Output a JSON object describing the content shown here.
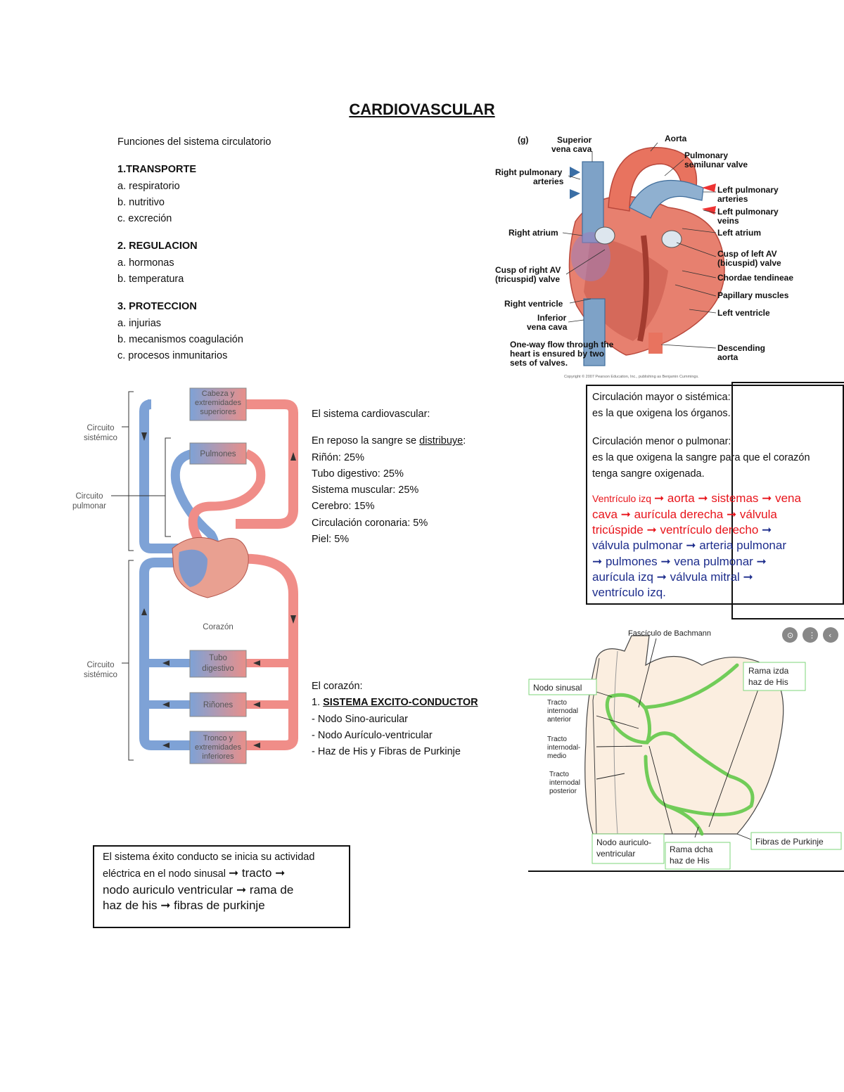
{
  "title": "CARDIOVASCULAR",
  "functions": {
    "heading": "Funciones del sistema circulatorio",
    "sections": [
      {
        "title": "1.TRANSPORTE",
        "items": [
          "a. respiratorio",
          "b. nutritivo",
          "c. excreción"
        ]
      },
      {
        "title": "2. REGULACION",
        "items": [
          "a. hormonas",
          "b. temperatura"
        ]
      },
      {
        "title": "3. PROTECCION",
        "items": [
          "a. injurias",
          "b. mecanismos coagulación",
          "c. procesos inmunitarios"
        ]
      }
    ]
  },
  "heart_figure": {
    "letter": "(g)",
    "labels": {
      "svc1": "Superior",
      "svc2": "vena cava",
      "aorta": "Aorta",
      "psv1": "Pulmonary",
      "psv2": "semilunar valve",
      "rpa1": "Right pulmonary",
      "rpa2": "arteries",
      "lpa1": "Left pulmonary",
      "lpa2": "arteries",
      "lpv1": "Left pulmonary",
      "lpv2": "veins",
      "ra": "Right atrium",
      "la": "Left atrium",
      "clav1": "Cusp of left AV",
      "clav2": "(bicuspid) valve",
      "crav1": "Cusp of right AV",
      "crav2": "(tricuspid) valve",
      "ct": "Chordae tendineae",
      "pm": "Papillary muscles",
      "rv": "Right ventricle",
      "lv": "Left ventricle",
      "ivc1": "Inferior",
      "ivc2": "vena cava",
      "ow1": "One-way flow through the",
      "ow2": "heart is ensured by two",
      "ow3": "sets of valves.",
      "da1": "Descending",
      "da2": "aorta"
    },
    "copyright": "Copyright © 2007 Pearson Education, Inc., publishing as Benjamin Cummings."
  },
  "circuit_figure": {
    "head": [
      "Cabeza y",
      "extremidades",
      "superiores"
    ],
    "lungs": "Pulmones",
    "heart": "Corazón",
    "gut": [
      "Tubo",
      "digestivo"
    ],
    "kidneys": "Riñones",
    "trunk": [
      "Tronco y",
      "extremidades",
      "inferiores"
    ],
    "sys_top": [
      "Circuito",
      "sistémico"
    ],
    "pulm": [
      "Circuito",
      "pulmonar"
    ],
    "sys_bottom": [
      "Circuito",
      "sistémico"
    ]
  },
  "distribution": {
    "heading": "El sistema cardiovascular:",
    "intro_prefix": "En reposo la sangre se ",
    "intro_link": "distribuye",
    "intro_suffix": ":",
    "items": [
      "Riñón: 25%",
      "Tubo digestivo: 25%",
      "Sistema muscular: 25%",
      "Cerebro: 15%",
      "Circulación coronaria: 5%",
      "Piel: 5%"
    ]
  },
  "corazon": {
    "heading": "El corazón:",
    "num": "1. ",
    "system": "SISTEMA EXCITO-CONDUCTOR",
    "items": [
      "- Nodo Sino-auricular",
      "- Nodo Aurículo-ventricular",
      "- Haz de His y Fibras de Purkinje"
    ]
  },
  "circulation_box": {
    "mayor_title": "Circulación mayor o sistémica:",
    "mayor_desc": "es la que oxigena los órganos.",
    "menor_title": "Circulación menor o pulmonar:",
    "menor_desc1": "es la que oxigena la sangre para que el corazón",
    "menor_desc2": "tenga sangre oxigenada.",
    "flow_red_small": "Ventrículo izq ",
    "flow_red_1": "➞ aorta ➞ sistemas ➞ vena",
    "flow_red_2": "cava ➞ aurícula derecha ➞ válvula",
    "flow_red_3a": "tricúspide ➞ ventrículo derecho",
    "flow_navy_3b": " ➞",
    "flow_navy_4": "válvula pulmonar ➞ arteria pulmonar",
    "flow_navy_5": "➞ pulmones ➞ vena pulmonar ➞",
    "flow_navy_6": "aurícula izq ➞ válvula mitral ➞",
    "flow_navy_7": "ventrículo izq."
  },
  "conduction_figure": {
    "bachmann": "Fascículo de Bachmann",
    "nodo_sinusal": "Nodo sinusal",
    "rama_izda": [
      "Rama izda",
      "haz de His"
    ],
    "tracto_ant": [
      "Tracto",
      "internodal",
      "anterior"
    ],
    "tracto_med": [
      "Tracto",
      "internodal-",
      "medio"
    ],
    "tracto_post": [
      "Tracto",
      "internodal",
      "posterior"
    ],
    "nodo_av": [
      "Nodo auriculo-",
      "ventricular"
    ],
    "rama_dcha": [
      "Rama dcha",
      "haz de His"
    ],
    "purkinje": "Fibras de Purkinje"
  },
  "excito_box": {
    "line1": "El sistema éxito conducto se inicia su actividad",
    "line2a": "eléctrica en el nodo sinusal ",
    "line2b": "➞ tracto ➞",
    "line3": "nodo auriculo ventricular ➞ rama de",
    "line4": "haz de his ➞ fibras de purkinje"
  }
}
